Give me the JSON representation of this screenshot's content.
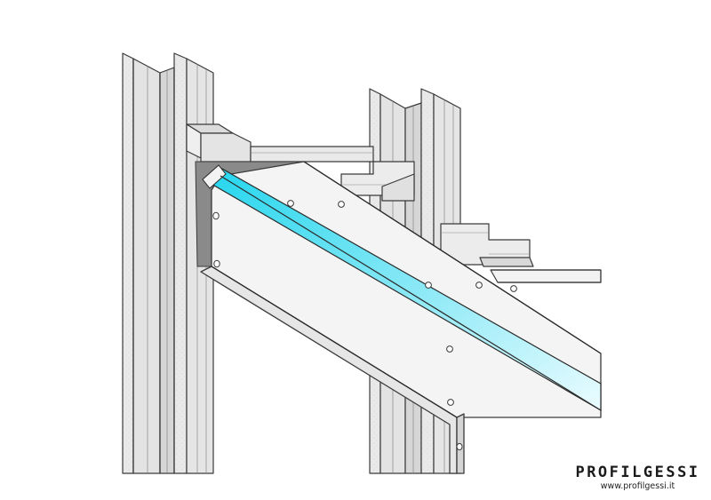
{
  "logo": {
    "wordmark": "PROFILGESSI",
    "url": "www.profilgessi.it"
  },
  "colors": {
    "steel_face": "#e7e7e7",
    "steel_face_dark": "#d4d4d4",
    "steel_line": "#3a3a3a",
    "insulation_cyan": "#24d6ee",
    "insulation_fade": "#eafcff",
    "gap_shadow": "#8a8a8a"
  },
  "icons": [
    "vertical-stud",
    "diagonal-beam",
    "top-track"
  ]
}
